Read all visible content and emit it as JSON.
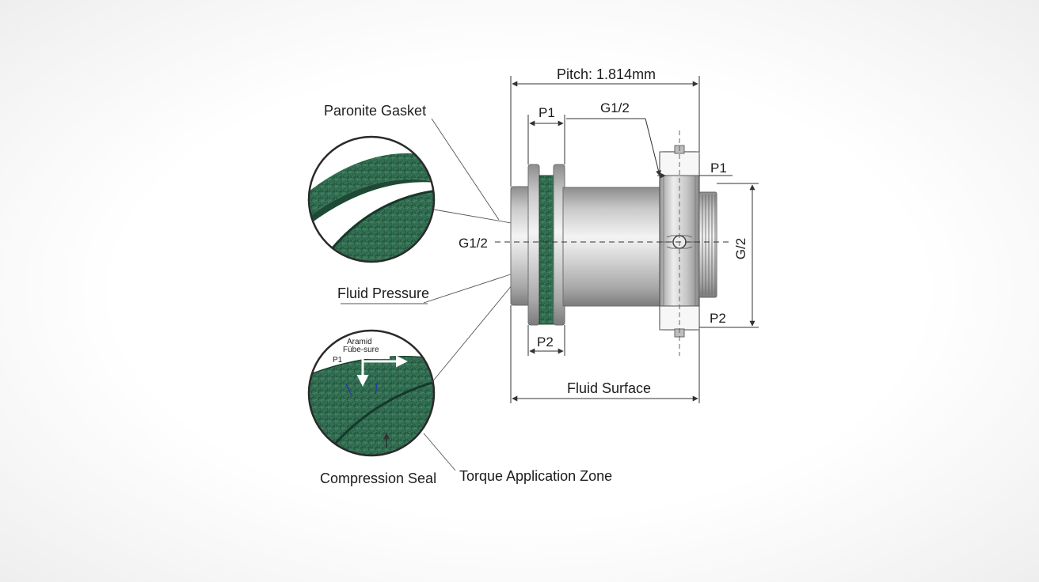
{
  "labels": {
    "pitch": "Pitch: 1.814mm",
    "paronite_gasket": "Paronite Gasket",
    "p1_top": "P1",
    "g12_top": "G1/2",
    "p1_right": "P1",
    "g12_left": "G1/2",
    "g2_right": "G/2",
    "fluid_pressure": "Fluid Pressure",
    "p2_bottom": "P2",
    "p2_right": "P2",
    "fluid_surface": "Fluid Surface",
    "compression_seal": "Compression Seal",
    "torque_zone": "Torque Application Zone",
    "aramid": "Aramid",
    "fibe_sure": "Fübe-sure",
    "p1_inset": "P1"
  },
  "colors": {
    "gasket_green": "#2f6b4f",
    "gasket_dark": "#1e4a35",
    "metal_light": "#e8e8e8",
    "metal_dark": "#8a8a8a",
    "line": "#333333"
  }
}
